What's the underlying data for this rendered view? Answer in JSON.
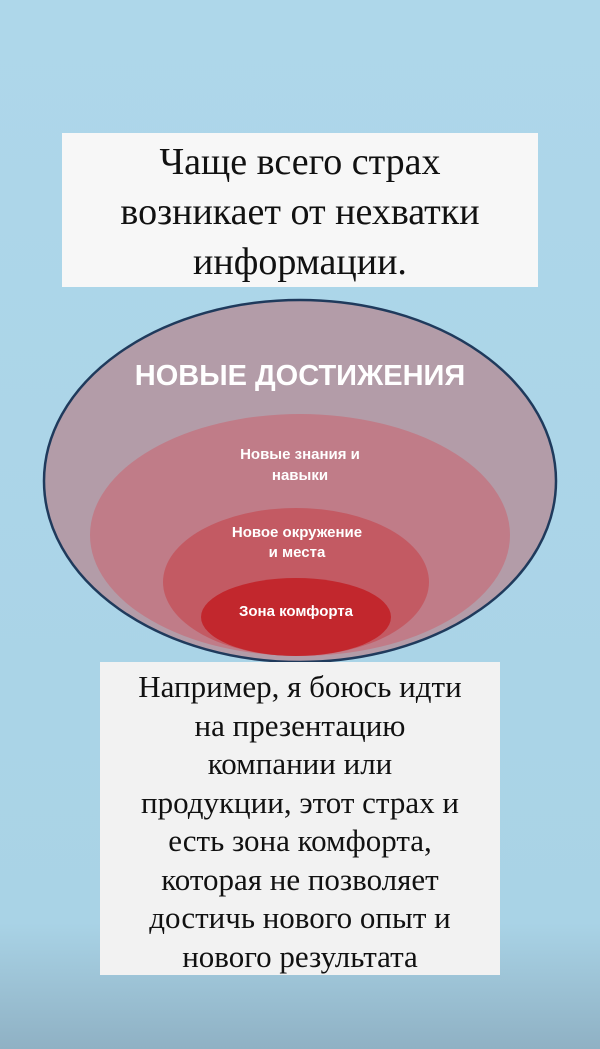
{
  "heading": {
    "lines": [
      "Чаще всего страх",
      "возникает от нехватки",
      "информации."
    ]
  },
  "diagram": {
    "zones": [
      {
        "label_lines": [
          "НОВЫЕ ДОСТИЖЕНИЯ"
        ],
        "color": "#b39ca8"
      },
      {
        "label_lines": [
          "Новые знания и",
          "навыки"
        ],
        "color": "#c07c88"
      },
      {
        "label_lines": [
          "Новое окружение",
          "и места"
        ],
        "color": "#c35a63"
      },
      {
        "label_lines": [
          "Зона комфорта"
        ],
        "color": "#c2272d"
      }
    ],
    "outline_color": "#1f3a5c"
  },
  "body_text": {
    "lines": [
      "Например, я боюсь идти",
      "на презентацию",
      "компании или",
      "продукции, этот страх и",
      "есть зона комфорта,",
      "которая не позволяет",
      "достичь нового опыт и",
      "нового результата"
    ]
  }
}
